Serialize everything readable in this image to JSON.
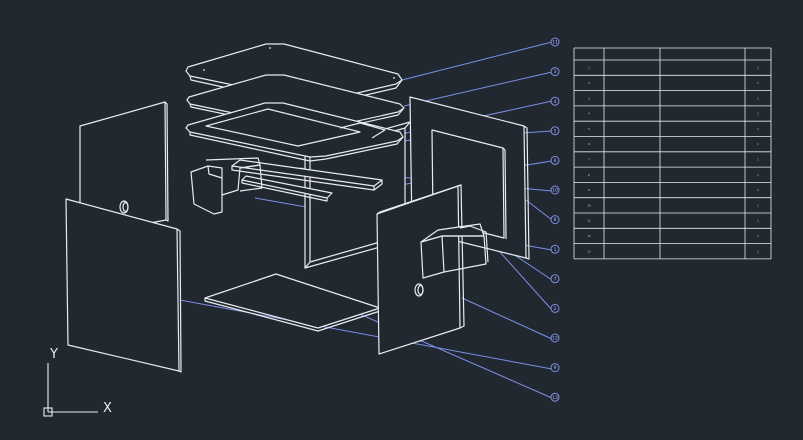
{
  "colors": {
    "background": "#212830",
    "linework": "#e9ecef",
    "leader": "#7a90e8",
    "balloon_text": "#aab8ff"
  },
  "ucs": {
    "x_label": "X",
    "y_label": "Y"
  },
  "balloons": [
    "11",
    "3",
    "4",
    "5",
    "6",
    "10",
    "8",
    "1",
    "7",
    "2",
    "12",
    "9",
    "13"
  ],
  "table": {
    "headers": [
      "",
      "",
      "",
      ""
    ],
    "rows": [
      [
        "1",
        "",
        "",
        "1"
      ],
      [
        "2",
        "",
        "",
        "1"
      ],
      [
        "3",
        "",
        "",
        "1"
      ],
      [
        "4",
        "",
        "",
        "1"
      ],
      [
        "5",
        "",
        "",
        "1"
      ],
      [
        "6",
        "",
        "",
        "1"
      ],
      [
        "7",
        "",
        "",
        "1"
      ],
      [
        "8",
        "",
        "",
        "1"
      ],
      [
        "9",
        "",
        "",
        "1"
      ],
      [
        "10",
        "",
        "",
        "1"
      ],
      [
        "11",
        "",
        "",
        "1"
      ],
      [
        "12",
        "",
        "",
        "1"
      ],
      [
        "13",
        "",
        "",
        "1"
      ]
    ]
  }
}
